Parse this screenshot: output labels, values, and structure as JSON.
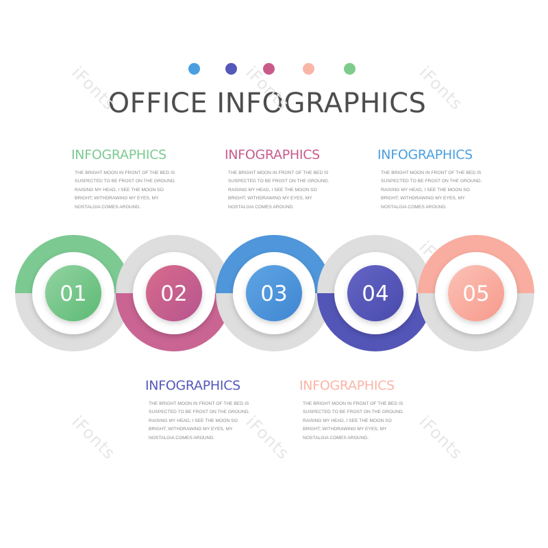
{
  "title": "OFFICE INFOGRAPHICS",
  "dots": [
    "#4a9fe0",
    "#5458b8",
    "#c95b8a",
    "#f9b6a7",
    "#7dcc8b"
  ],
  "watermark": "iFonts",
  "steps": [
    {
      "number": "01",
      "color_start": "#92d3a2",
      "color_end": "#5cba74",
      "ring_color": "#7cc992"
    },
    {
      "number": "02",
      "color_start": "#d86b8c",
      "color_end": "#b6558f",
      "ring_color": "#c96493"
    },
    {
      "number": "03",
      "color_start": "#5fa5e3",
      "color_end": "#3f86d2",
      "ring_color": "#4f96db"
    },
    {
      "number": "04",
      "color_start": "#6364c4",
      "color_end": "#4a4bad",
      "ring_color": "#5355b7"
    },
    {
      "number": "05",
      "color_start": "#fcc1b6",
      "color_end": "#f69a8b",
      "ring_color": "#f9ada0"
    }
  ],
  "blocks": [
    {
      "heading": "INFOGRAPHICS",
      "color": "#7cc992",
      "text": "THE BRIGHT MOON IN FRONT OF THE BED IS SUSPECTED TO BE FROST ON THE GROUND. RAISING MY HEAD, I SEE THE MOON SO BRIGHT; WITHDRAWING MY EYES, MY NOSTALGIA COMES AROUND."
    },
    {
      "heading": "INFOGRAPHICS",
      "color": "#c95b8a",
      "text": "THE BRIGHT MOON IN FRONT OF THE BED IS SUSPECTED TO BE FROST ON THE GROUND. RAISING MY HEAD, I SEE THE MOON SO BRIGHT; WITHDRAWING MY EYES, MY NOSTALGIA COMES AROUND."
    },
    {
      "heading": "INFOGRAPHICS",
      "color": "#4a9fe0",
      "text": "THE BRIGHT MOON IN FRONT OF THE BED IS SUSPECTED TO BE FROST ON THE GROUND. RAISING MY HEAD, I SEE THE MOON SO BRIGHT; WITHDRAWING MY EYES, MY NOSTALGIA COMES AROUND."
    },
    {
      "heading": "INFOGRAPHICS",
      "color": "#5458b8",
      "text": "THE BRIGHT MOON IN FRONT OF THE BED IS SUSPECTED TO BE FROST ON THE GROUND. RAISING MY HEAD, I SEE THE MOON SO BRIGHT; WITHDRAWING MY EYES, MY NOSTALGIA COMES AROUND."
    },
    {
      "heading": "INFOGRAPHICS",
      "color": "#f9b6a7",
      "text": "THE BRIGHT MOON IN FRONT OF THE BED IS SUSPECTED TO BE FROST ON THE GROUND. RAISING MY HEAD, I SEE THE MOON SO BRIGHT; WITHDRAWING MY EYES, MY NOSTALGIA COMES AROUND."
    }
  ]
}
